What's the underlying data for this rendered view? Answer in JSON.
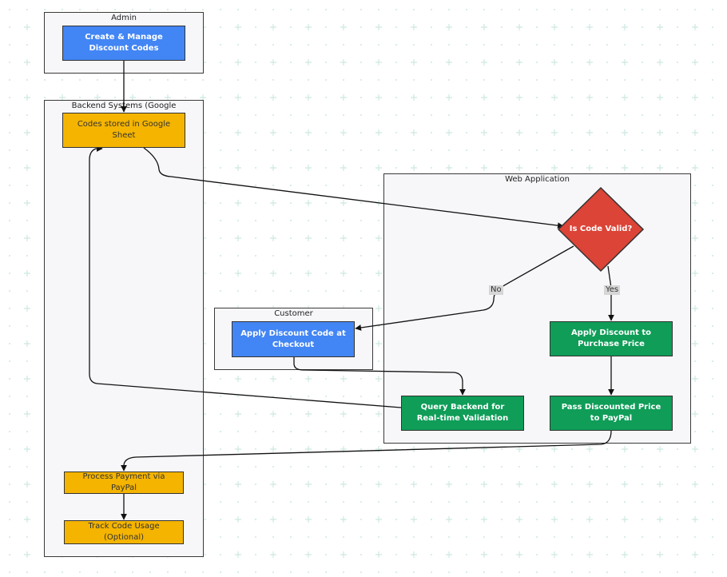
{
  "colors": {
    "blue": "#4285f4",
    "yellow": "#f4b400",
    "green": "#0f9d58",
    "red": "#db4437"
  },
  "groups": {
    "admin": "Admin",
    "backend": "Backend Systems (Google",
    "web_app": "Web Application",
    "customer": "Customer"
  },
  "nodes": {
    "create_codes": "Create & Manage Discount Codes",
    "codes_stored": "Codes stored in Google Sheet",
    "is_code_valid": "Is Code Valid?",
    "apply_at_checkout": "Apply Discount Code at Checkout",
    "apply_discount_price": "Apply Discount to Purchase Price",
    "query_backend": "Query Backend for Real-time Validation",
    "pass_price": "Pass Discounted Price to PayPal",
    "process_payment": "Process Payment via PayPal",
    "track_usage": "Track Code Usage (Optional)"
  },
  "edge_labels": {
    "no": "No",
    "yes": "Yes"
  }
}
